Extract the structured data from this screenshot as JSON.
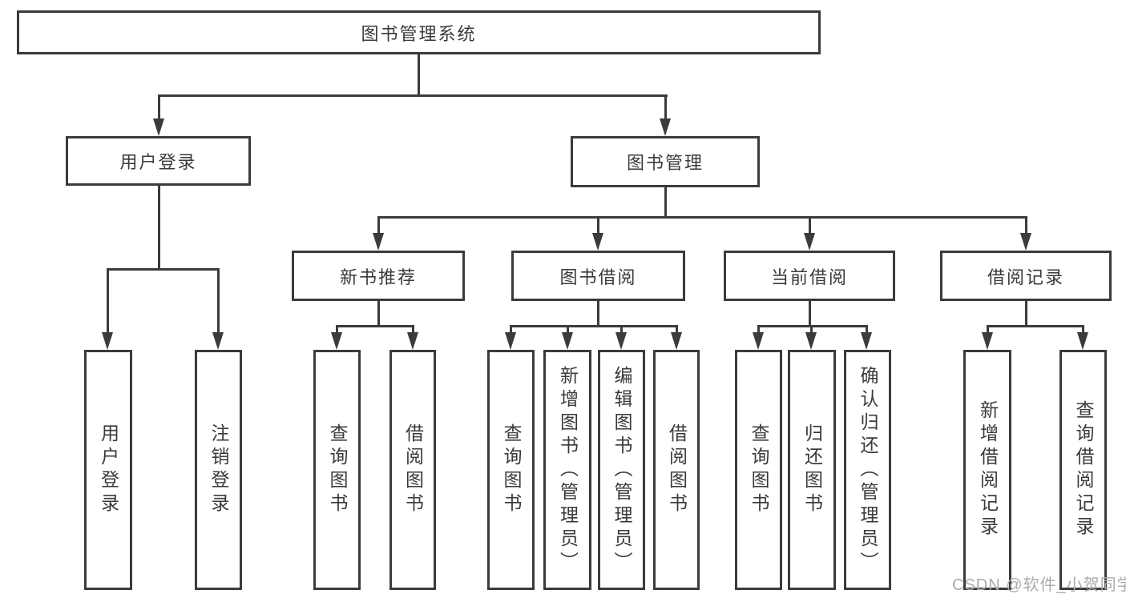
{
  "diagram": {
    "type": "hierarchy",
    "tree": {
      "label": "图书管理系统",
      "children": [
        {
          "label": "用户登录",
          "children": [
            {
              "label": "用户登录"
            },
            {
              "label": "注销登录"
            }
          ]
        },
        {
          "label": "图书管理",
          "children": [
            {
              "label": "新书推荐",
              "children": [
                {
                  "label": "查询图书"
                },
                {
                  "label": "借阅图书"
                }
              ]
            },
            {
              "label": "图书借阅",
              "children": [
                {
                  "label": "查询图书"
                },
                {
                  "label": "新增图书（管理员）"
                },
                {
                  "label": "编辑图书（管理员）"
                },
                {
                  "label": "借阅图书"
                }
              ]
            },
            {
              "label": "当前借阅",
              "children": [
                {
                  "label": "查询图书"
                },
                {
                  "label": "归还图书"
                },
                {
                  "label": "确认归还（管理员）"
                }
              ]
            },
            {
              "label": "借阅记录",
              "children": [
                {
                  "label": "新增借阅记录"
                },
                {
                  "label": "查询借阅记录"
                }
              ]
            }
          ]
        }
      ]
    },
    "watermark": "CSDN @软件_小贺同学",
    "colors": {
      "line": "#3b3b3b",
      "text": "#3a3a3a",
      "watermark": "#ababab",
      "background": "#ffffff"
    }
  }
}
